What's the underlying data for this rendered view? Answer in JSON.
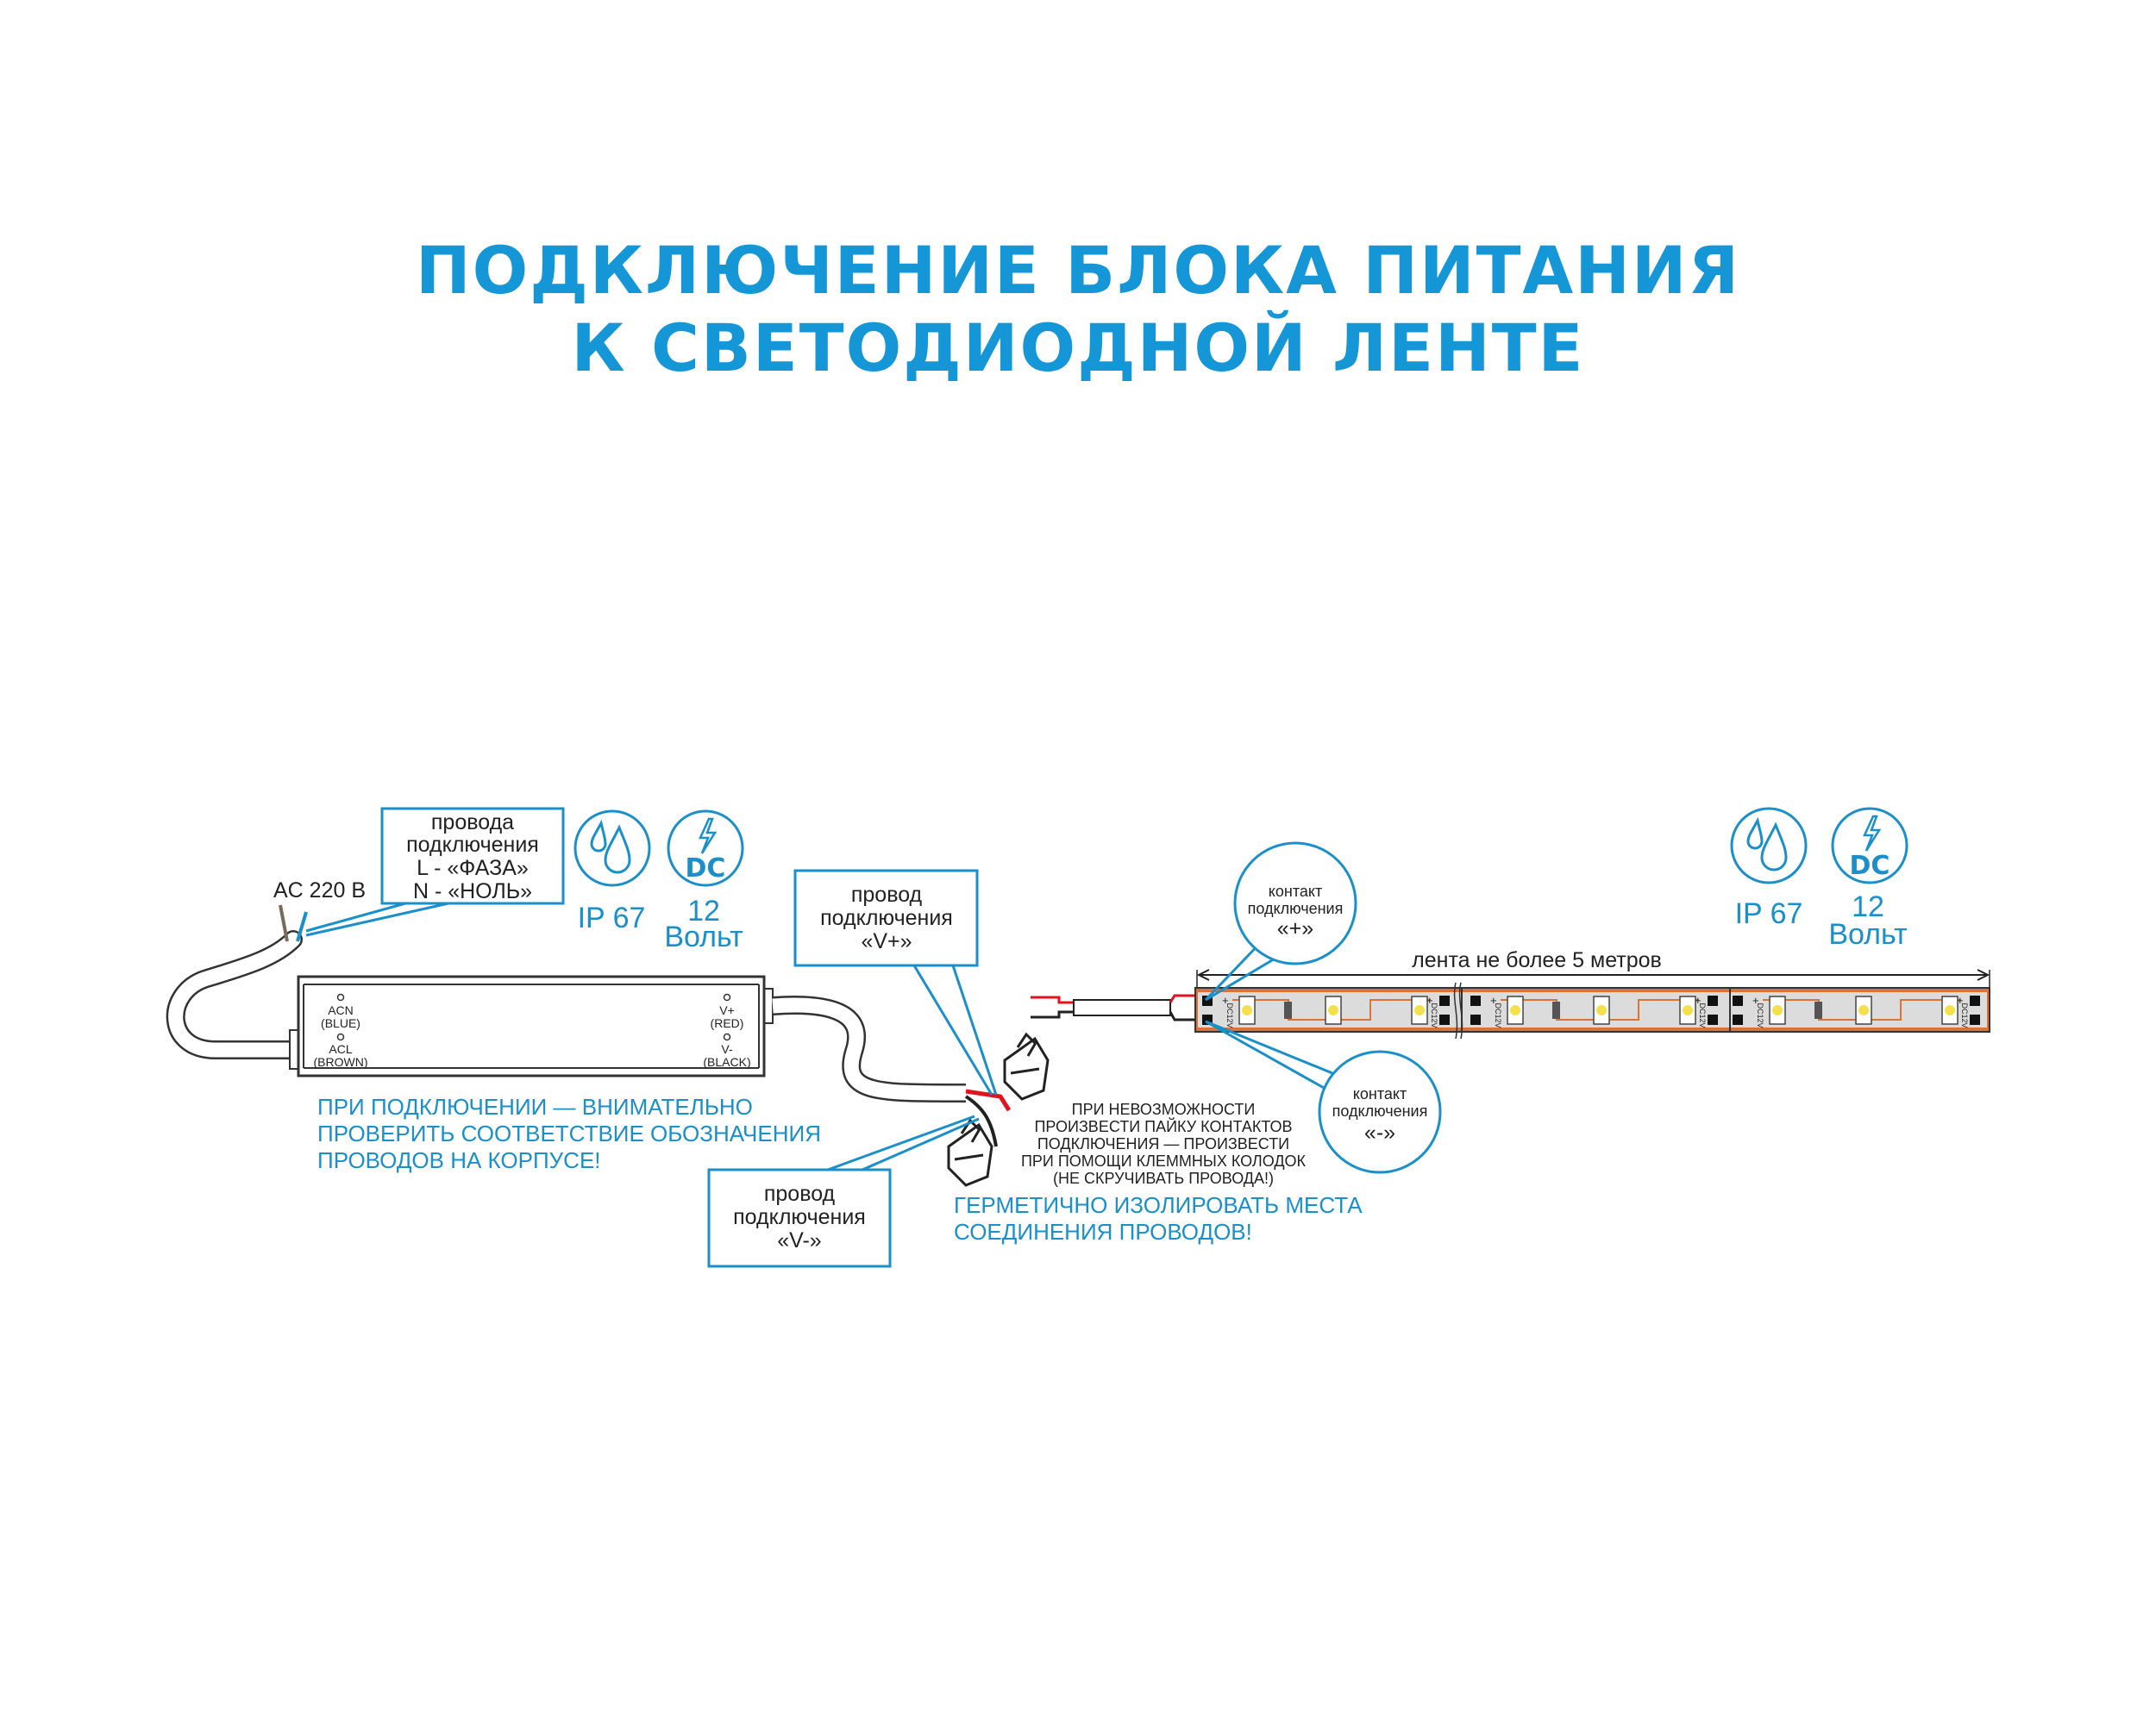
{
  "title": {
    "line1": "ПОДКЛЮЧЕНИЕ БЛОКА ПИТАНИЯ",
    "line2": "К СВЕТОДИОДНОЙ ЛЕНТЕ"
  },
  "colors": {
    "accent": "#1596d6",
    "callout": "#1a8fc9",
    "wire_red": "#e0141e",
    "strip_copper": "#d9733a"
  },
  "power_supply": {
    "ac_label": "AC 220 B",
    "input_callout": [
      "провода",
      "подключения",
      "L - «ФАЗА»",
      "N - «НОЛЬ»"
    ],
    "terminals_left": [
      "ACN",
      "(BLUE)",
      "ACL",
      "(BROWN)"
    ],
    "terminals_right": [
      "V+",
      "(RED)",
      "V-",
      "(BLACK)"
    ],
    "warning": [
      "ПРИ ПОДКЛЮЧЕНИИ — ВНИМАТЕЛЬНО",
      "ПРОВЕРИТЬ СООТВЕТСТВИЕ ОБОЗНАЧЕНИЯ",
      "ПРОВОДОВ НА КОРПУСЕ!"
    ],
    "ip_icon": "water-drops-icon",
    "ip_label": "IP 67",
    "dc_icon": "lightning-dc-icon",
    "dc_text": "DC",
    "voltage": "12",
    "voltage_unit": "Вольт"
  },
  "wires": {
    "vplus_callout": [
      "провод",
      "подключения",
      "«V+»"
    ],
    "vminus_callout": [
      "провод",
      "подключения",
      "«V-»"
    ],
    "connector_note": [
      "ПРИ НЕВОЗМОЖНОСТИ",
      "ПРОИЗВЕСТИ ПАЙКУ КОНТАКТОВ",
      "ПОДКЛЮЧЕНИЯ — ПРОИЗВЕСТИ",
      "ПРИ ПОМОЩИ КЛЕММНЫХ КОЛОДОК",
      "(НЕ СКРУЧИВАТЬ ПРОВОДА!)"
    ],
    "seal_note": [
      "ГЕРМЕТИЧНО ИЗОЛИРОВАТЬ МЕСТА",
      "СОЕДИНЕНИЯ ПРОВОДОВ!"
    ]
  },
  "strip": {
    "length_label": "лента не более 5 метров",
    "plus_callout": [
      "контакт",
      "подключения",
      "«+»"
    ],
    "minus_callout": [
      "контакт",
      "подключения",
      "«-»"
    ],
    "segment_mark": "DC12V",
    "ip_icon": "water-drops-icon",
    "ip_label": "IP 67",
    "dc_icon": "lightning-dc-icon",
    "dc_text": "DC",
    "voltage": "12",
    "voltage_unit": "Вольт"
  }
}
